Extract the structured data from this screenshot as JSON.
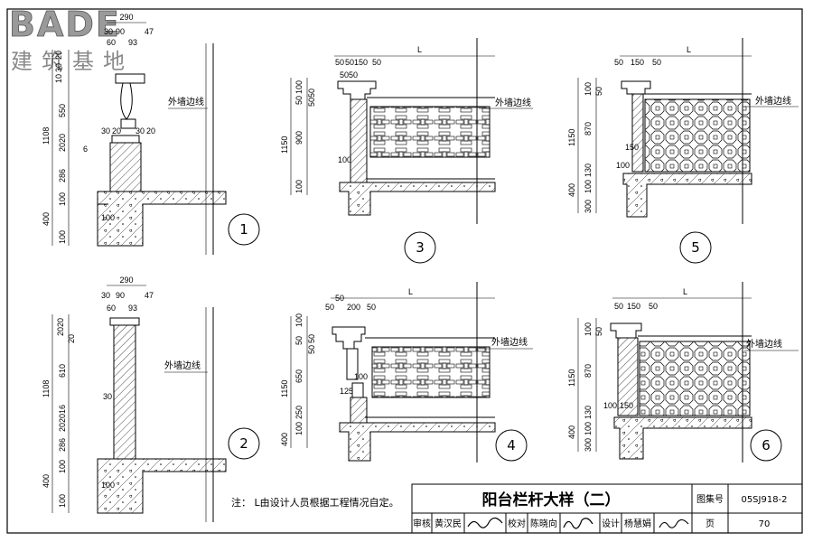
{
  "logo": {
    "brand": "BADE",
    "tagline": "建筑基地"
  },
  "labels": {
    "outer_wall_line": "外墙边线"
  },
  "detail_numbers": [
    "1",
    "2",
    "3",
    "4",
    "5",
    "6"
  ],
  "note": "注： L由设计人员根据工程情况自定。",
  "title_block": {
    "title": "阳台栏杆大样（二）",
    "atlas_label": "图集号",
    "atlas_no": "05SJ918-2",
    "review_label": "审核",
    "reviewer": "黄汉民",
    "check_label": "校对",
    "checker": "陈晓向",
    "design_label": "设计",
    "designer": "杨慧娟",
    "page_label": "页",
    "page_no": "70"
  },
  "dims": {
    "d1": {
      "top": [
        "290",
        "30",
        "90",
        "47",
        "60",
        "93"
      ],
      "side": [
        "20",
        "30",
        "10",
        "20",
        "1108",
        "550",
        "2020",
        "6",
        "286",
        "100",
        "400",
        "100"
      ],
      "mid": [
        "30",
        "20",
        "30",
        "20"
      ]
    },
    "d2": {
      "top": [
        "290",
        "30",
        "90",
        "47",
        "60",
        "93"
      ],
      "side": [
        "2020",
        "20",
        "610",
        "1108",
        "30",
        "2016",
        "20",
        "286",
        "100",
        "400",
        "100",
        "30"
      ]
    },
    "d3": {
      "top": [
        "50",
        "50",
        "150",
        "50",
        "5050",
        "L"
      ],
      "side": [
        "100",
        "50",
        "5050",
        "1150",
        "900",
        "100",
        "100"
      ]
    },
    "d4": {
      "top": [
        "50",
        "50",
        "200",
        "50",
        "L"
      ],
      "side": [
        "100",
        "50",
        "50",
        "50",
        "1150",
        "650",
        "250",
        "100",
        "400",
        "100",
        "125"
      ]
    },
    "d5": {
      "top": [
        "50",
        "150",
        "50",
        "L"
      ],
      "side": [
        "100",
        "50",
        "1150",
        "870",
        "150",
        "100",
        "130",
        "400",
        "100",
        "300"
      ]
    },
    "d6": {
      "top": [
        "50",
        "150",
        "50",
        "L"
      ],
      "side": [
        "100",
        "50",
        "1150",
        "870",
        "100",
        "150",
        "130",
        "400",
        "100",
        "300"
      ]
    }
  }
}
